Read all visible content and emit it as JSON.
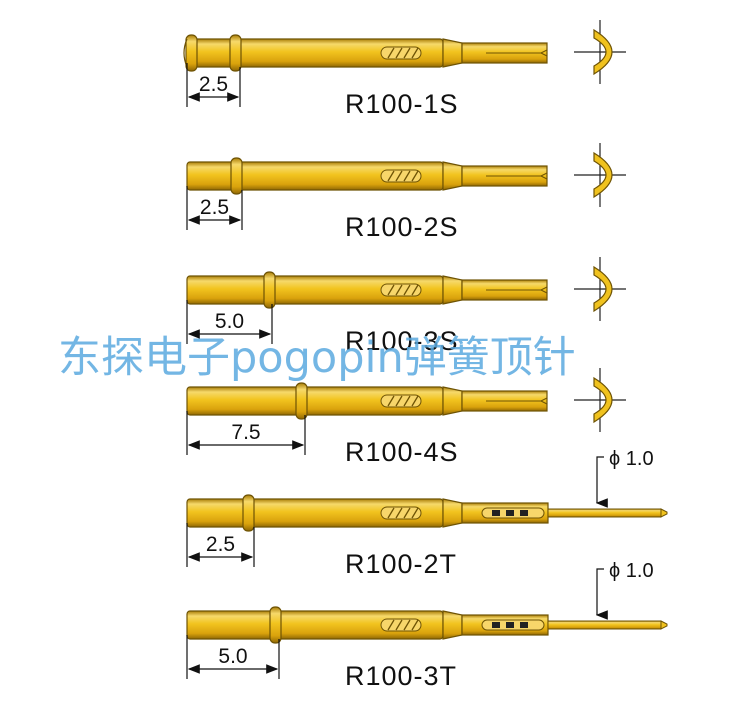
{
  "watermark": "东探电子pogopin弹簧顶针",
  "probes": [
    {
      "model": "R100-1S",
      "dimension": "2.5",
      "tip": "crown"
    },
    {
      "model": "R100-2S",
      "dimension": "2.5",
      "tip": "crown"
    },
    {
      "model": "R100-3S",
      "dimension": "5.0",
      "tip": "crown"
    },
    {
      "model": "R100-4S",
      "dimension": "7.5",
      "tip": "crown"
    },
    {
      "model": "R100-2T",
      "dimension": "2.5",
      "tip": "wire",
      "diameter_label": "ϕ 1.0"
    },
    {
      "model": "R100-3T",
      "dimension": "5.0",
      "tip": "wire",
      "diameter_label": "ϕ 1.0"
    }
  ],
  "colors": {
    "gold": "#f0c21e",
    "gold_dark": "#b88a0a",
    "outline": "#6e5304",
    "watermark": "#5aa9df"
  }
}
